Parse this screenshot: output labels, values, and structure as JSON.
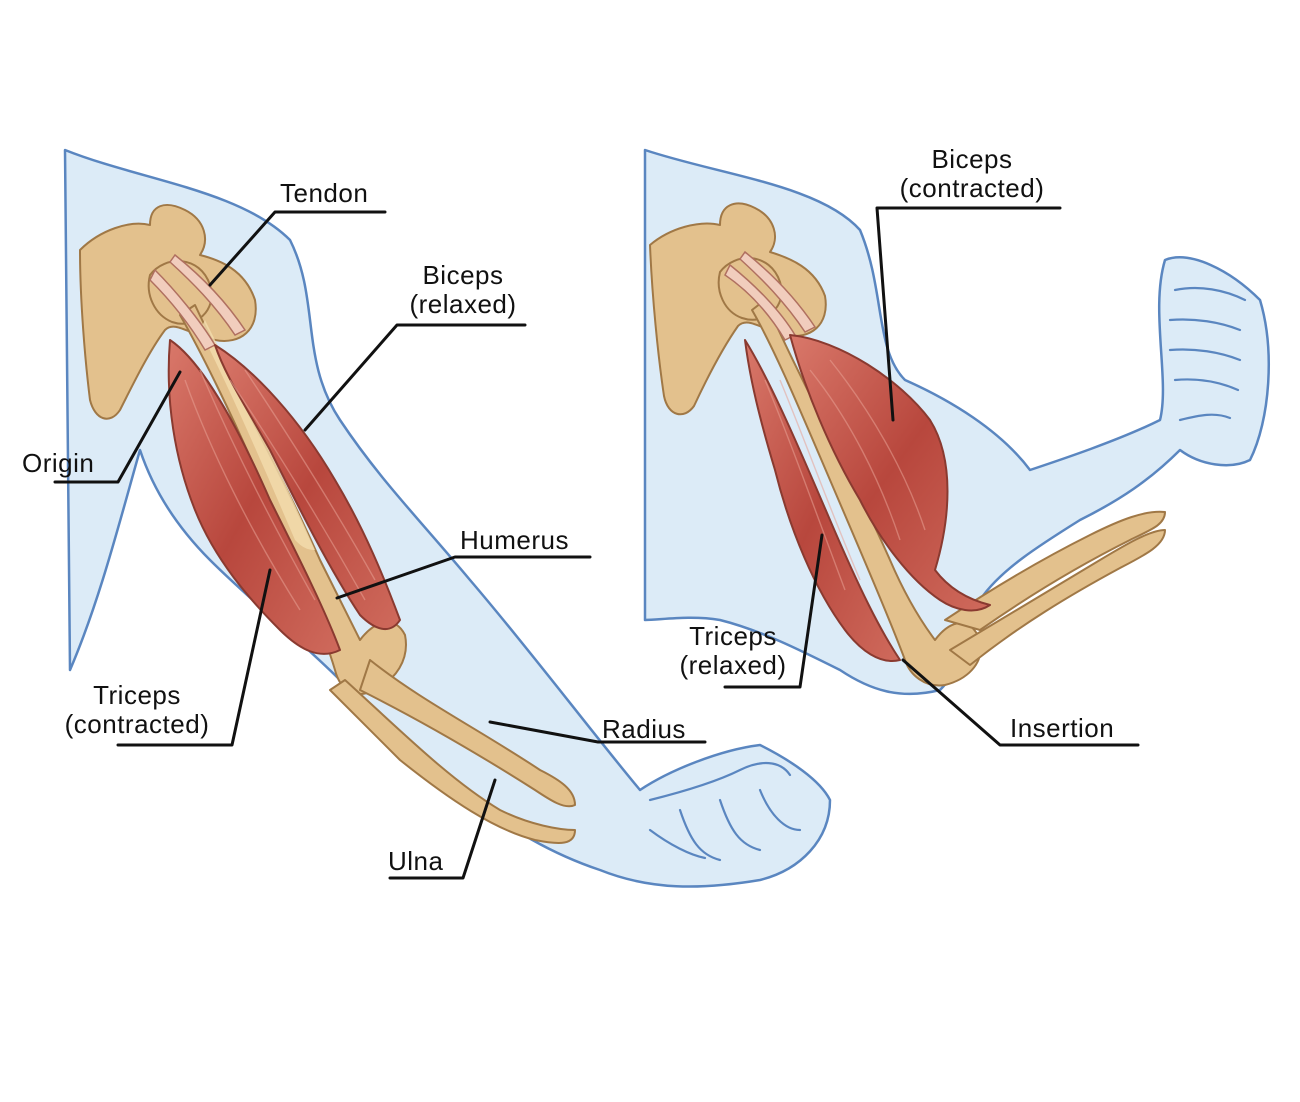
{
  "colors": {
    "skin_fill": "#dcebf7",
    "skin_outline": "#5a86c0",
    "bone": "#e3c18d",
    "muscle": "#c0554a",
    "tendon": "#f1cdbd",
    "label_text": "#111111"
  },
  "left_arm": {
    "labels": {
      "tendon": "Tendon",
      "biceps": [
        "Biceps",
        "(relaxed)"
      ],
      "origin": "Origin",
      "humerus": "Humerus",
      "triceps": [
        "Triceps",
        "(contracted)"
      ],
      "radius": "Radius",
      "ulna": "Ulna"
    }
  },
  "right_arm": {
    "labels": {
      "biceps": [
        "Biceps",
        "(contracted)"
      ],
      "triceps": [
        "Triceps",
        "(relaxed)"
      ],
      "insertion": "Insertion"
    }
  }
}
